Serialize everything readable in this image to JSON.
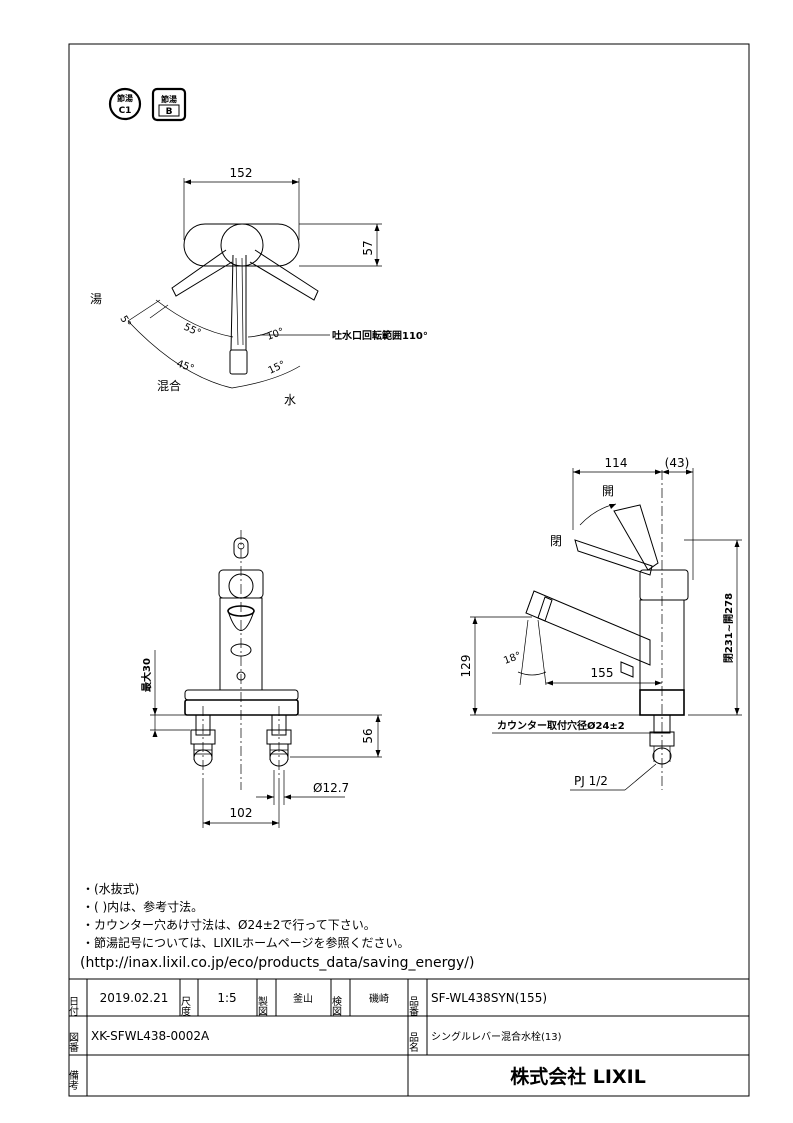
{
  "badges": {
    "c1_top": "節湯",
    "c1_bottom": "C1",
    "b_top": "節湯",
    "b_bottom": "B"
  },
  "top_view": {
    "dim_width": "152",
    "dim_depth": "57",
    "label_hot": "湯",
    "label_mix": "混合",
    "label_cold": "水",
    "angle_5": "5°",
    "angle_55": "55°",
    "angle_45": "45°",
    "angle_10": "10°",
    "angle_15": "15°",
    "spout_rotation": "吐水口回転範囲110°"
  },
  "front_view": {
    "dim_max30": "最大30",
    "dim_56": "56",
    "dim_diameter": "Ø12.7",
    "dim_102": "102"
  },
  "side_view": {
    "dim_114": "114",
    "dim_43": "(43)",
    "label_open": "開",
    "label_closed": "閉",
    "dim_height": "閉231~開278",
    "dim_129": "129",
    "angle_18": "18°",
    "dim_155": "155",
    "counter_hole": "カウンター取付穴径Ø24±2",
    "pipe_thread": "PJ 1/2"
  },
  "notes": [
    "・(水抜式)",
    "・( )内は、参考寸法。",
    "・カウンター穴あけ寸法は、Ø24±2で行って下さい。",
    "・節湯記号については、LIXILホームページを参照ください。",
    "(http://inax.lixil.co.jp/eco/products_data/saving_energy/)"
  ],
  "title_block": {
    "date_label": "日付",
    "date": "2019.02.21",
    "scale_label": "尺度",
    "scale": "1:5",
    "drawn_label": "製図",
    "drawn_by": "釜山",
    "checked_label": "検図",
    "checked_by": "磯崎",
    "part_no_label": "品番",
    "part_no": "SF-WL438SYN(155)",
    "drawing_no_label": "図番",
    "drawing_no": "XK-SFWL438-0002A",
    "product_name_label": "品名",
    "product_name": "シングルレバー混合水栓(13)",
    "remarks_label": "備考",
    "company": "株式会社 LIXIL"
  }
}
